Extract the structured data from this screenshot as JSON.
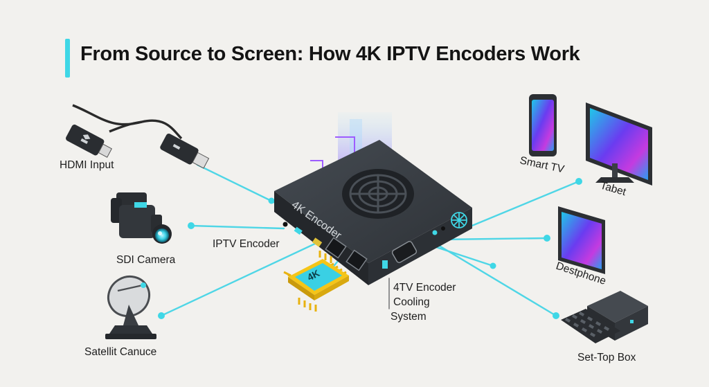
{
  "title": "From Source to Screen: How 4K IPTV Encoders Work",
  "colors": {
    "accent": "#3fd7e6",
    "device_body": "#2f3338",
    "device_top": "#3b4046",
    "chip_gold": "#f5c518",
    "chip_teal": "#3ad0e4",
    "screen_gradient": [
      "#7b2ff7",
      "#1fc8e8"
    ],
    "beam": "#7a5cff"
  },
  "sources": {
    "hdmi": "HDMI Input",
    "sdi": "SDI Camera",
    "satellite": "Satellit Canuce"
  },
  "encoder": {
    "top_label": "4K Encoder",
    "port_label": "IPTV Encoder",
    "chip_label": "4K",
    "cooling_label_lines": [
      "4TV Encoder",
      "Cooling",
      "System"
    ]
  },
  "outputs": {
    "smart_tv": "Smart TV",
    "tablet": "Tabet",
    "phone": "Destphone",
    "stb": "Set-Top Box"
  },
  "icons": [
    "hdmi-connector-icon",
    "camera-icon",
    "satellite-dish-icon",
    "chip-icon",
    "fan-icon",
    "phone-icon",
    "monitor-icon",
    "tablet-icon",
    "set-top-box-icon",
    "keyboard-icon",
    "network-icon"
  ]
}
